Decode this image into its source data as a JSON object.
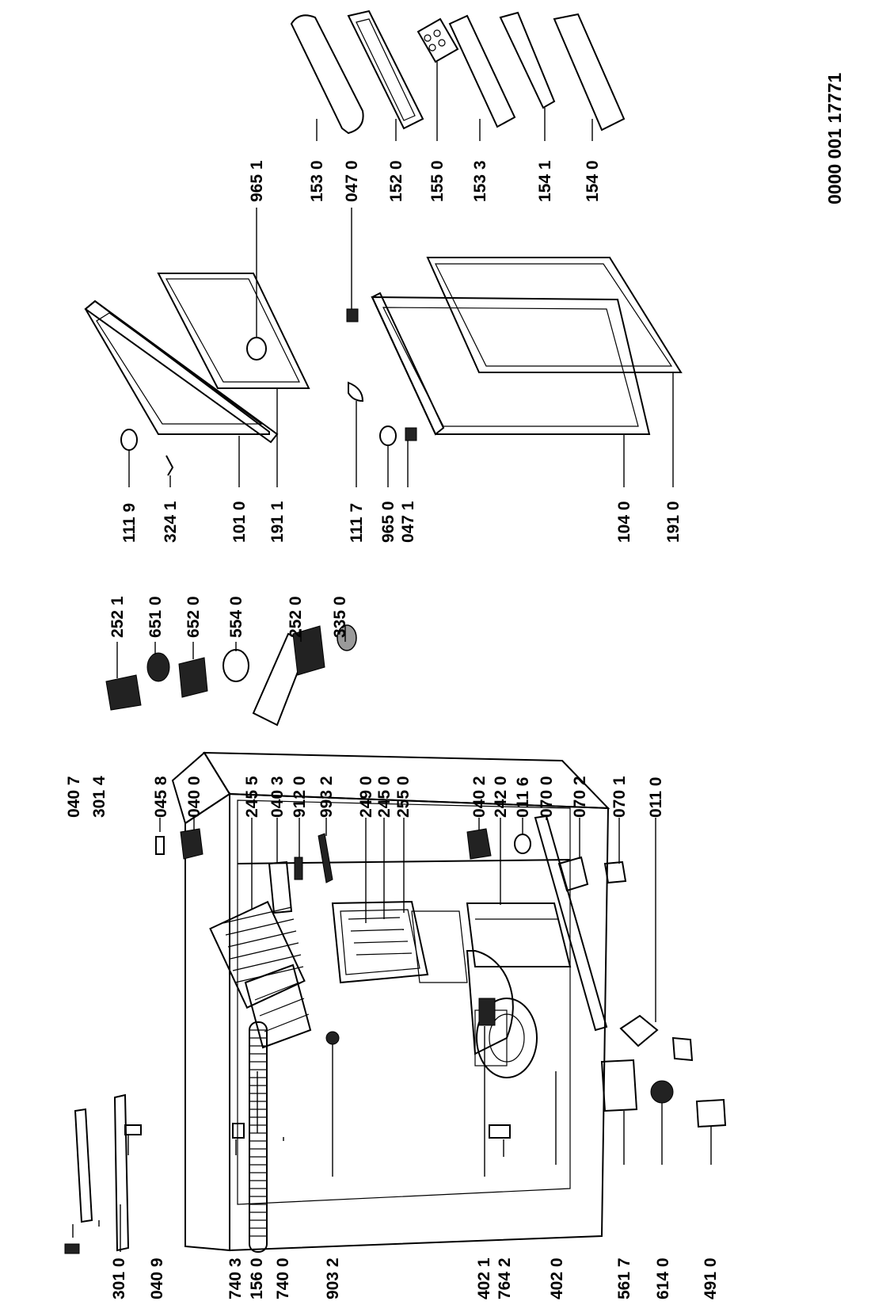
{
  "doc_number": "0000 001 17771",
  "callouts": [
    {
      "id": "c-3010",
      "text": "301 0"
    },
    {
      "id": "c-0409",
      "text": "040 9"
    },
    {
      "id": "c-7403",
      "text": "740 3"
    },
    {
      "id": "c-1560",
      "text": "156 0"
    },
    {
      "id": "c-7400",
      "text": "740 0"
    },
    {
      "id": "c-9032",
      "text": "903 2"
    },
    {
      "id": "c-4021",
      "text": "402 1"
    },
    {
      "id": "c-7642",
      "text": "764 2"
    },
    {
      "id": "c-4020",
      "text": "402 0"
    },
    {
      "id": "c-5617",
      "text": "561 7"
    },
    {
      "id": "c-6140",
      "text": "614 0"
    },
    {
      "id": "c-4910",
      "text": "491 0"
    },
    {
      "id": "c-0407",
      "text": "040 7"
    },
    {
      "id": "c-3014",
      "text": "301 4"
    },
    {
      "id": "c-0458",
      "text": "045 8"
    },
    {
      "id": "c-0400",
      "text": "040 0"
    },
    {
      "id": "c-2455",
      "text": "245 5"
    },
    {
      "id": "c-0403",
      "text": "040 3"
    },
    {
      "id": "c-9120",
      "text": "912 0"
    },
    {
      "id": "c-9932",
      "text": "993 2"
    },
    {
      "id": "c-2490",
      "text": "249 0"
    },
    {
      "id": "c-2450",
      "text": "245 0"
    },
    {
      "id": "c-2550",
      "text": "255 0"
    },
    {
      "id": "c-0402",
      "text": "040 2"
    },
    {
      "id": "c-2420",
      "text": "242 0"
    },
    {
      "id": "c-0116",
      "text": "011 6"
    },
    {
      "id": "c-0700",
      "text": "070 0"
    },
    {
      "id": "c-0702",
      "text": "070 2"
    },
    {
      "id": "c-0701",
      "text": "070 1"
    },
    {
      "id": "c-0110",
      "text": "011 0"
    },
    {
      "id": "c-2521",
      "text": "252 1"
    },
    {
      "id": "c-6510",
      "text": "651 0"
    },
    {
      "id": "c-6520",
      "text": "652 0"
    },
    {
      "id": "c-5540",
      "text": "554 0"
    },
    {
      "id": "c-2520",
      "text": "252 0"
    },
    {
      "id": "c-3350",
      "text": "335 0"
    },
    {
      "id": "c-1119",
      "text": "111 9"
    },
    {
      "id": "c-3241",
      "text": "324 1"
    },
    {
      "id": "c-1010",
      "text": "101 0"
    },
    {
      "id": "c-1911",
      "text": "191 1"
    },
    {
      "id": "c-1117",
      "text": "111 7"
    },
    {
      "id": "c-9650b",
      "text": "965 0"
    },
    {
      "id": "c-0471",
      "text": "047 1"
    },
    {
      "id": "c-1040",
      "text": "104 0"
    },
    {
      "id": "c-1910",
      "text": "191 0"
    },
    {
      "id": "c-9651",
      "text": "965 1"
    },
    {
      "id": "c-0470",
      "text": "047 0"
    },
    {
      "id": "c-1530",
      "text": "153 0"
    },
    {
      "id": "c-1520",
      "text": "152 0"
    },
    {
      "id": "c-1550",
      "text": "155 0"
    },
    {
      "id": "c-1533",
      "text": "153 3"
    },
    {
      "id": "c-1541",
      "text": "154 1"
    },
    {
      "id": "c-1540",
      "text": "154 0"
    }
  ]
}
